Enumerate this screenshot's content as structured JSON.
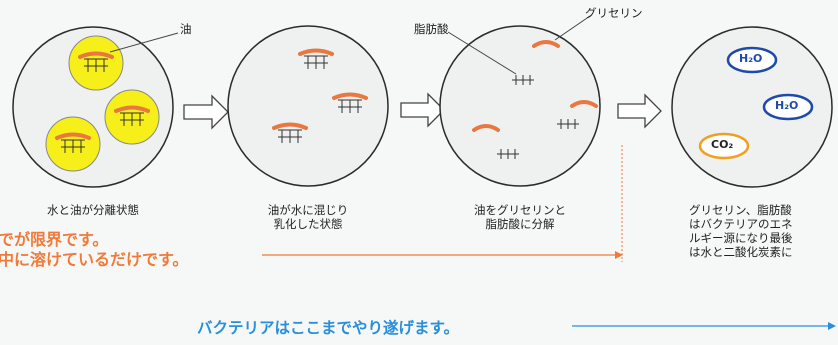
{
  "labels": {
    "oil": "油",
    "fatty_acid": "脂肪酸",
    "glycerin": "グリセリン",
    "h2o": "H₂O",
    "co2": "CO₂"
  },
  "captions": {
    "stage1": "水と油が分離状態",
    "stage2": "油が水に混じり\n乳化した状態",
    "stage3": "油をグリセリンと\n脂肪酸に分解",
    "stage4": "グリセリン、脂肪酸\nはバクテリアのエネ\nルギー源になり最後\nは水と二酸化炭素に"
  },
  "notes": {
    "orange_line1": "でが限界です。",
    "orange_line2": "中に溶けているだけです。",
    "blue_line": "バクテリアはここまでやり遂げます。"
  },
  "colors": {
    "circle_fill": "#eef1f0",
    "circle_stroke": "#2b2b2b",
    "yellow": "#f6ef1a",
    "oil_orange": "#e9773f",
    "orange_text": "#f07a3a",
    "blue_text": "#2a8fd8",
    "molecule_blue": "#1f4aa8",
    "co2_ring": "#f0a020"
  }
}
